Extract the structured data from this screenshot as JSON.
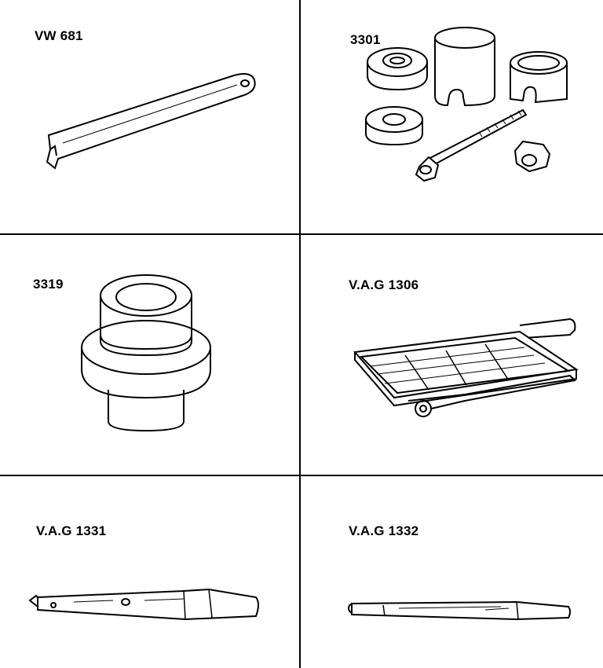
{
  "tools": [
    {
      "number": "VW 681",
      "icon": "pin-wrench-icon"
    },
    {
      "number": "3301",
      "icon": "bush-tool-set-icon"
    },
    {
      "number": "3319",
      "icon": "thrust-piece-icon"
    },
    {
      "number": "V.A.G 1306",
      "icon": "drip-tray-icon"
    },
    {
      "number": "V.A.G 1331",
      "icon": "torque-wrench-icon"
    },
    {
      "number": "V.A.G 1332",
      "icon": "torque-wrench-icon"
    }
  ],
  "colors": {
    "line": "#000000",
    "background": "#ffffff"
  }
}
